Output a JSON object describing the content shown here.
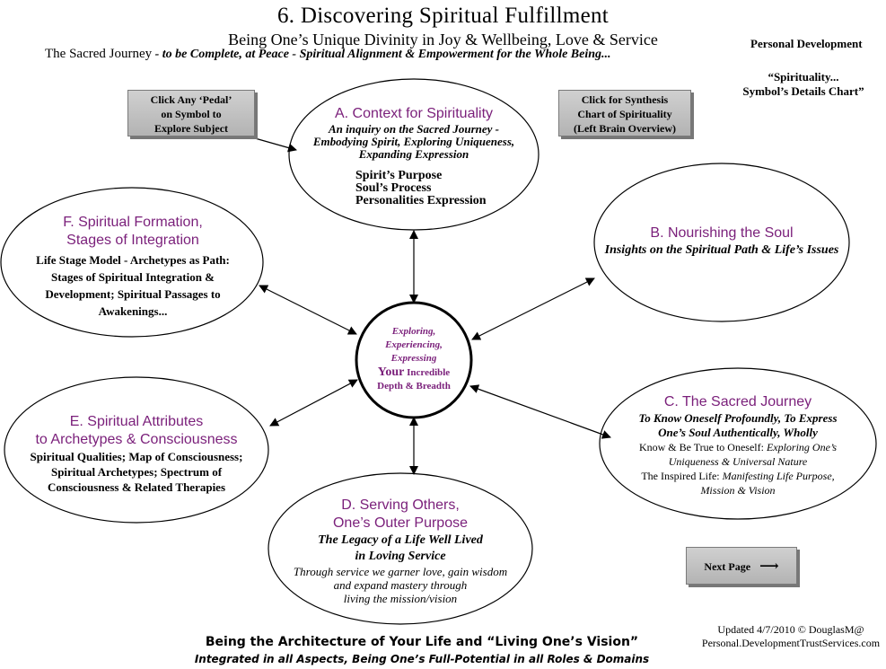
{
  "header": {
    "title": "6. Discovering Spiritual Fulfillment",
    "subtitle": "Being One’s Unique Divinity in Joy & Wellbeing, Love & Service",
    "tagline_prefix": "The Sacred Journey",
    "tagline": " - to be Complete, at Peace - Spiritual Alignment & Empowerment for the Whole Being...",
    "category": "Personal Development",
    "chart_line1": "“Spirituality...",
    "chart_line2": "Symbol’s Details Chart”"
  },
  "buttons": {
    "pedal_line1": "Click Any ‘Pedal’",
    "pedal_line2": "on Symbol to",
    "pedal_line3": "Explore Subject",
    "synth_line1": "Click for Synthesis",
    "synth_line2": "Chart of  Spirituality",
    "synth_line3": "(Left Brain Overview)",
    "next_label": "Next Page",
    "next_arrow": "⟶"
  },
  "center": {
    "line1": "Exploring,",
    "line2": "Experiencing,",
    "line3": "Expressing",
    "your": "Your",
    "incredible": " Incredible",
    "line5": "Depth & Breadth"
  },
  "nodes": {
    "a": {
      "title": "A. Context for Spirituality",
      "sub1": "An inquiry on the Sacred Journey -",
      "sub2": "Embodying Spirit, Exploring Uniqueness,",
      "sub3": "Expanding Expression",
      "item1": "Spirit’s Purpose",
      "item2": "Soul’s Process",
      "item3": "Personalities Expression"
    },
    "b": {
      "title": "B. Nourishing the Soul",
      "sub1": "Insights on the Spiritual Path & Life’s Issues"
    },
    "c": {
      "title": "C. The Sacred Journey",
      "sub1": "To Know Oneself Profoundly, To Express",
      "sub2": "One’s Soul Authentically, Wholly",
      "line3a": "Know & Be True to Oneself: ",
      "line3b": "Exploring One’s",
      "line4": "Uniqueness & Universal Nature",
      "line5a": "The Inspired Life: ",
      "line5b": "Manifesting Life Purpose,",
      "line6": "Mission & Vision"
    },
    "d": {
      "title1": "D. Serving Others,",
      "title2": "One’s Outer Purpose",
      "sub1": "The Legacy of a Life Well Lived",
      "sub2": "in Loving Service",
      "line3": "Through service we garner love, gain wisdom",
      "line4": "and expand mastery through",
      "line5": "living the mission/vision"
    },
    "e": {
      "title1": "E. Spiritual Attributes",
      "title2": "to Archetypes & Consciousness",
      "line1": "Spiritual Qualities; Map of Consciousness;",
      "line2": "Spiritual Archetypes; Spectrum of",
      "line3": "Consciousness & Related Therapies"
    },
    "f": {
      "title1": "F. Spiritual Formation,",
      "title2": "Stages of Integration",
      "line1": "Life Stage Model - Archetypes as Path:",
      "line2": "Stages of Spiritual Integration &",
      "line3": "Development; Spiritual Passages to",
      "line4": "Awakenings..."
    }
  },
  "footer": {
    "updated1": "Updated 4/7/2010 © DouglasM@",
    "updated2": "Personal.DevelopmentTrustServices.com",
    "line1": "Being the Architecture of Your Life and “Living One’s Vision”",
    "line2": "Integrated in all Aspects, Being One’s Full-Potential in all Roles & Domains"
  },
  "colors": {
    "accent": "#7a1f7a",
    "button_gray": "#c0c0c0"
  }
}
